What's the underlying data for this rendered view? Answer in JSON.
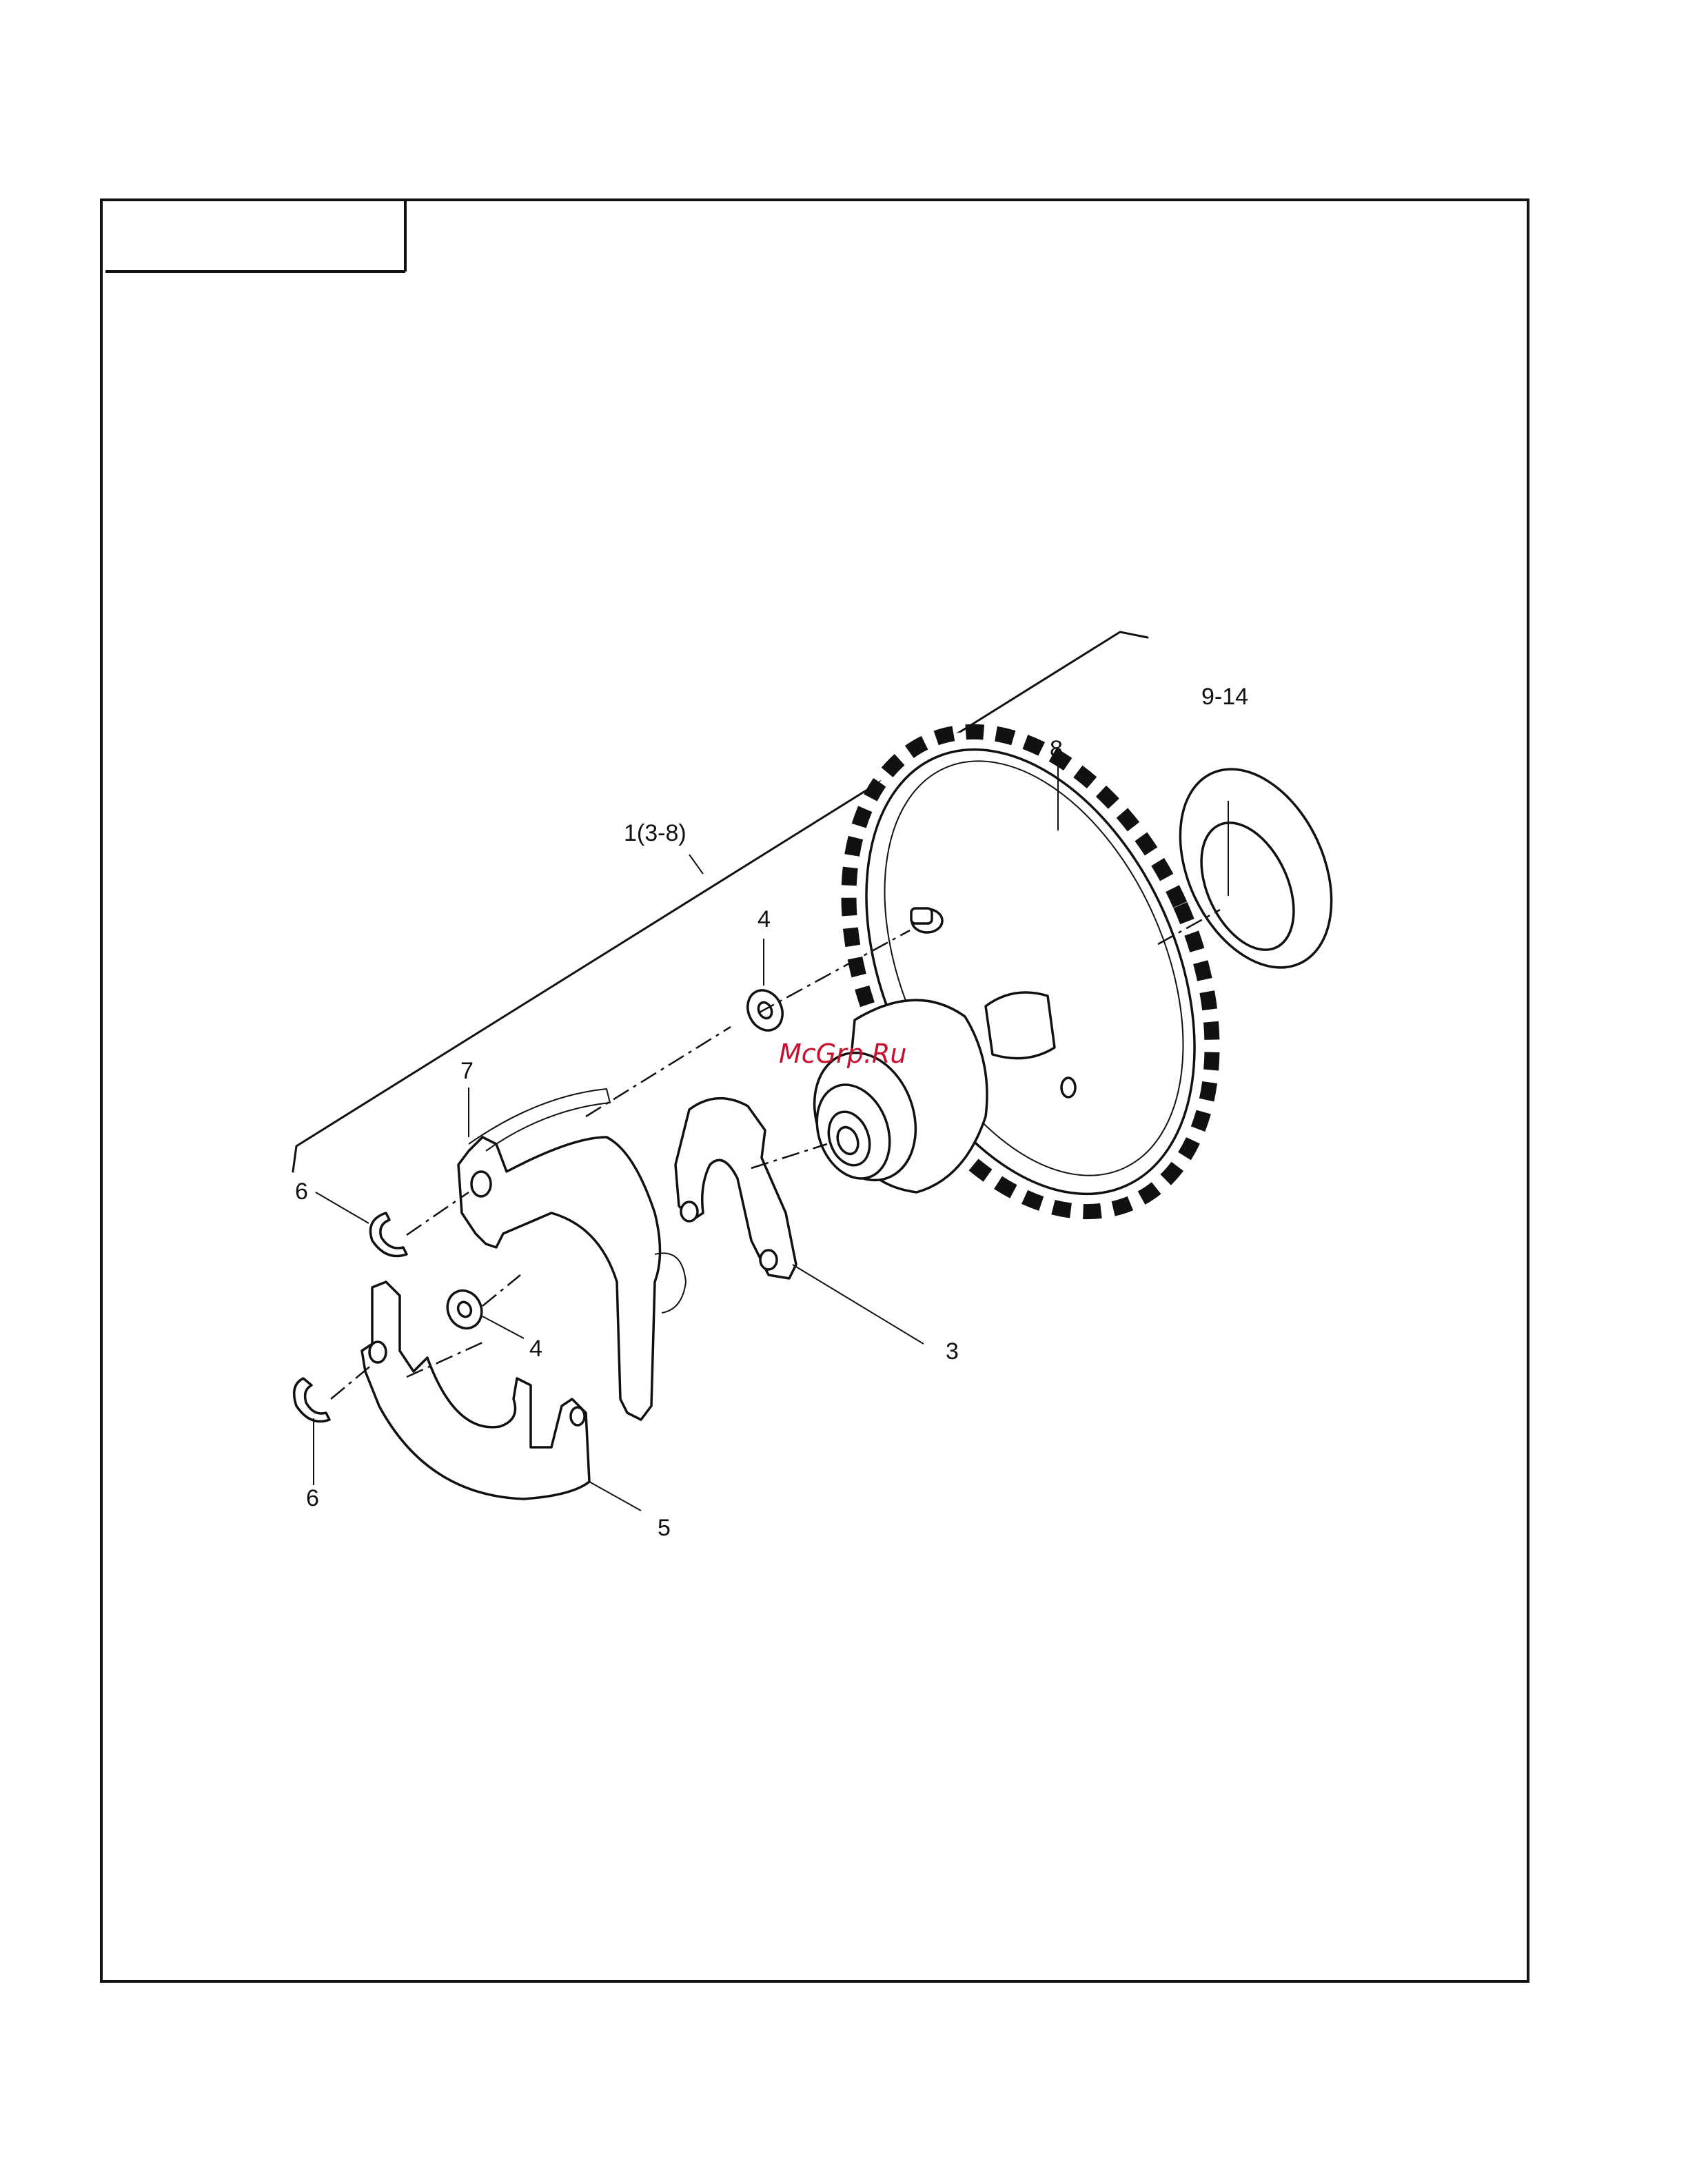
{
  "diagram": {
    "title_box_text": "",
    "callouts": {
      "assembly": "1(3-8)",
      "gear": "8",
      "shim": "9-14",
      "washer_top": "4",
      "washer_bottom": "4",
      "plate_upper": "7",
      "plate_lower": "5",
      "lever": "3",
      "clip_upper": "6",
      "clip_lower": "6"
    },
    "watermark": "McGrp.Ru",
    "colors": {
      "line": "#111111",
      "watermark": "#c8102e",
      "background": "#ffffff"
    }
  }
}
